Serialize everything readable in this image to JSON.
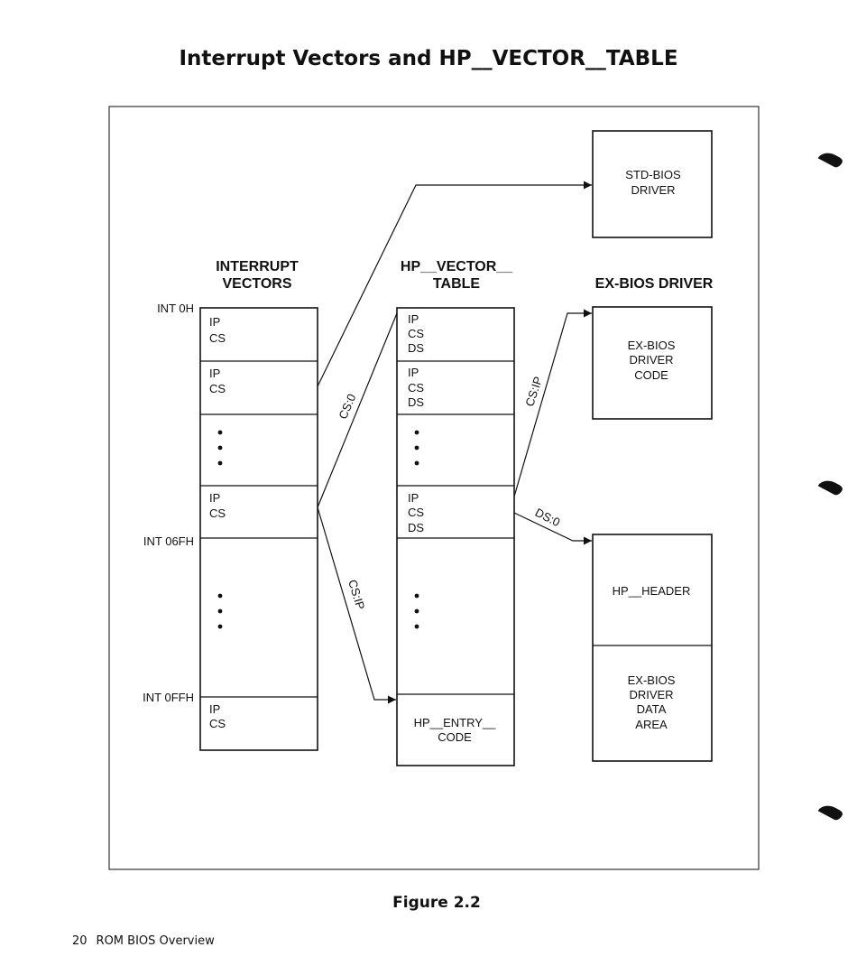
{
  "title": "Interrupt Vectors and HP__VECTOR__TABLE",
  "figure_caption": "Figure 2.2",
  "footer": {
    "page_number": "20",
    "section": "ROM BIOS Overview"
  },
  "headings": {
    "interrupt_vectors": [
      "INTERRUPT",
      "VECTORS"
    ],
    "hp_vector_table": [
      "HP__VECTOR__",
      "TABLE"
    ],
    "ex_bios_driver": "EX-BIOS DRIVER"
  },
  "int_labels": {
    "int_0h": "INT 0H",
    "int_06fh": "INT 06FH",
    "int_0ffh": "INT 0FFH"
  },
  "interrupt_vectors_cells": {
    "row1": [
      "IP",
      "CS"
    ],
    "row2": [
      "IP",
      "CS"
    ],
    "row3": [
      "IP",
      "CS"
    ],
    "row4": [
      "IP",
      "CS"
    ]
  },
  "hp_vector_table_cells": {
    "row1": [
      "IP",
      "CS",
      "DS"
    ],
    "row2": [
      "IP",
      "CS",
      "DS"
    ],
    "row3": [
      "IP",
      "CS",
      "DS"
    ],
    "entry": [
      "HP__ENTRY__",
      "CODE"
    ]
  },
  "boxes": {
    "std_bios": [
      "STD-BIOS",
      "DRIVER"
    ],
    "ex_bios_code": [
      "EX-BIOS",
      "DRIVER",
      "CODE"
    ],
    "hp_header": "HP__HEADER",
    "ex_bios_data": [
      "EX-BIOS",
      "DRIVER",
      "DATA",
      "AREA"
    ]
  },
  "arrow_labels": {
    "cs_0": "CS:0",
    "cs_ip_left": "CS:IP",
    "cs_ip_right": "CS:IP",
    "ds_0": "DS:0"
  }
}
